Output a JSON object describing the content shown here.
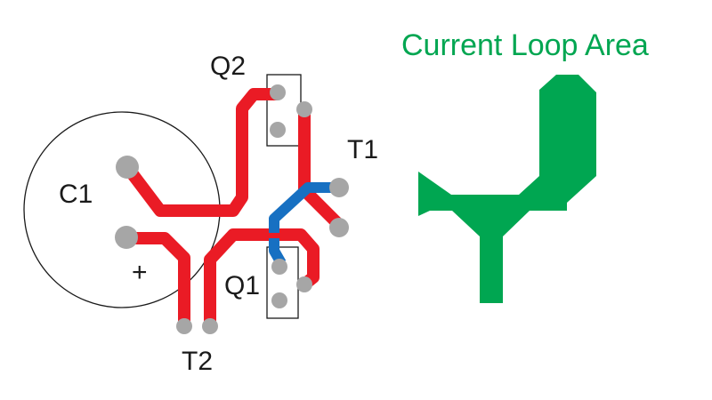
{
  "diagram": {
    "title": "Current Loop Area",
    "labels": {
      "q2": "Q2",
      "t1": "T1",
      "c1": "C1",
      "plus": "+",
      "q1": "Q1",
      "t2": "T2"
    }
  },
  "colors": {
    "trace_red": "#ea1b25",
    "trace_blue": "#1770c2",
    "pad_gray": "#a6a6a6",
    "loop_green": "#00a651",
    "outline": "#1a1a1a"
  }
}
